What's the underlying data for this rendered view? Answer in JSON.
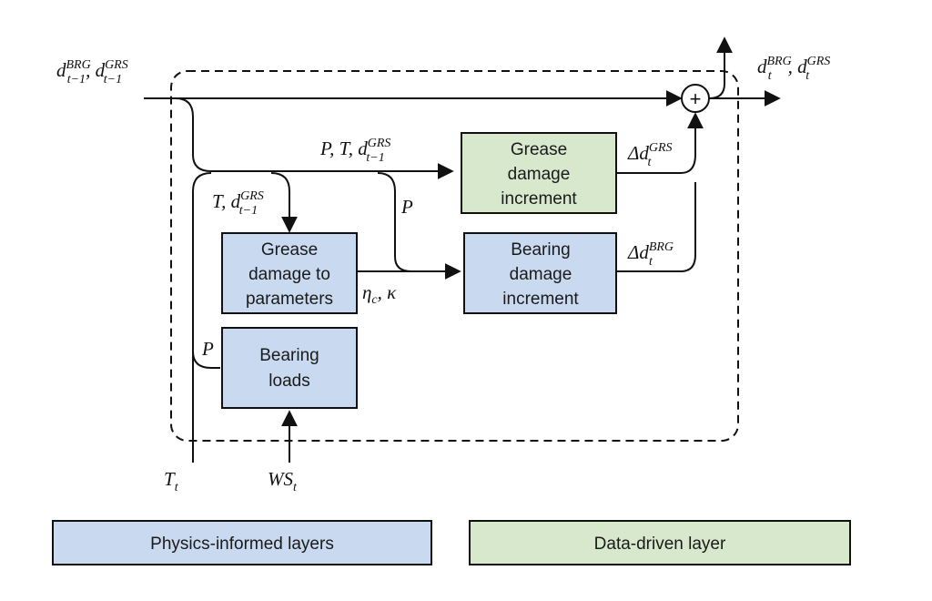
{
  "blocks": {
    "grease_increment": [
      "Grease",
      "damage",
      "increment"
    ],
    "bearing_increment": [
      "Bearing",
      "damage",
      "increment"
    ],
    "grease_params": [
      "Grease",
      "damage to",
      "parameters"
    ],
    "bearing_loads": [
      "Bearing",
      "loads"
    ]
  },
  "summation": "+",
  "labels": {
    "input_prev": {
      "base1": "d",
      "sup1": "BRG",
      "sub1": "t−1",
      "sep": ", ",
      "base2": "d",
      "sup2": "GRS",
      "sub2": "t−1"
    },
    "output": {
      "base1": "d",
      "sup1": "BRG",
      "sub1": "t",
      "sep": ", ",
      "base2": "d",
      "sup2": "GRS",
      "sub2": "t"
    },
    "ptd": {
      "prefix": "P, T, d",
      "sup": "GRS",
      "sub": "t−1"
    },
    "td": {
      "prefix": "T, d",
      "sup": "GRS",
      "sub": "t−1"
    },
    "p_mid": "P",
    "p_loads": "P",
    "eta_kappa": {
      "a": "η",
      "sub": "c",
      "b": ", κ"
    },
    "delta_grs": {
      "prefix": "Δd",
      "sup": "GRS",
      "sub": "t"
    },
    "delta_brg": {
      "prefix": "Δd",
      "sup": "BRG",
      "sub": "t"
    },
    "temp_in": {
      "base": "T",
      "sub": "t"
    },
    "ws_in": {
      "base": "WS",
      "sub": "t"
    }
  },
  "legend": {
    "physics": "Physics-informed layers",
    "data": "Data-driven layer"
  },
  "colors": {
    "physics_fill": "#c9daf0",
    "data_fill": "#d8e8cc",
    "stroke": "#111111"
  }
}
